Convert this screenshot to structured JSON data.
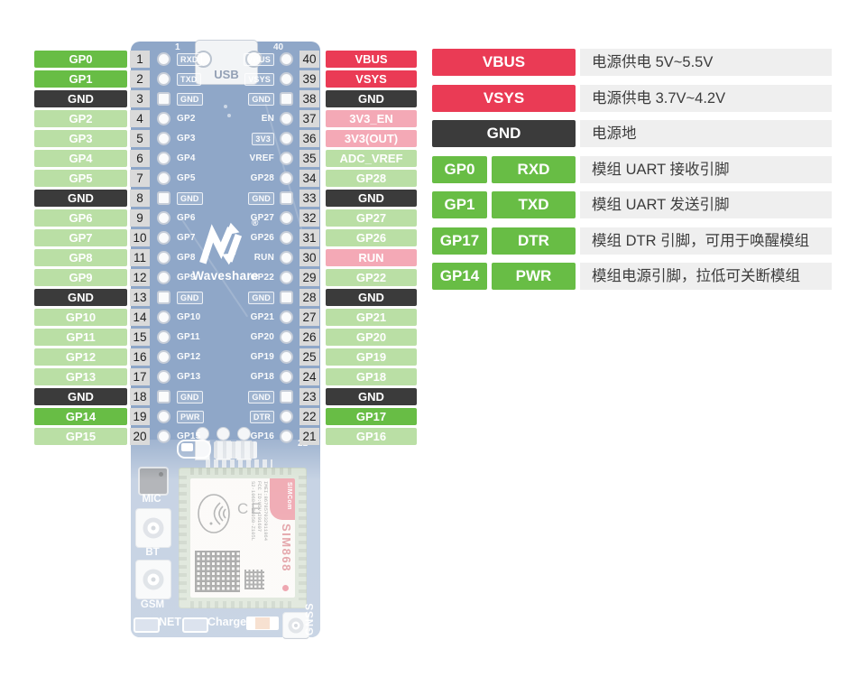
{
  "colors": {
    "power": "#ea3b55",
    "sys": "#f4a9b6",
    "io": "#badfa5",
    "strong": "#68bd45",
    "gnd": "#3b3b3b",
    "num_bg": "#dadada",
    "desc_bg": "#efefef",
    "board": "#8fa7c8"
  },
  "left_pins": [
    {
      "num": "1",
      "label": "GP0",
      "type": "strong",
      "silk": "RXD",
      "boxed": true
    },
    {
      "num": "2",
      "label": "GP1",
      "type": "strong",
      "silk": "TXD",
      "boxed": true
    },
    {
      "num": "3",
      "label": "GND",
      "type": "gnd",
      "silk": "GND",
      "boxed": true
    },
    {
      "num": "4",
      "label": "GP2",
      "type": "io",
      "silk": "GP2",
      "boxed": false
    },
    {
      "num": "5",
      "label": "GP3",
      "type": "io",
      "silk": "GP3",
      "boxed": false
    },
    {
      "num": "6",
      "label": "GP4",
      "type": "io",
      "silk": "GP4",
      "boxed": false
    },
    {
      "num": "7",
      "label": "GP5",
      "type": "io",
      "silk": "GP5",
      "boxed": false
    },
    {
      "num": "8",
      "label": "GND",
      "type": "gnd",
      "silk": "GND",
      "boxed": true
    },
    {
      "num": "9",
      "label": "GP6",
      "type": "io",
      "silk": "GP6",
      "boxed": false
    },
    {
      "num": "10",
      "label": "GP7",
      "type": "io",
      "silk": "GP7",
      "boxed": false
    },
    {
      "num": "11",
      "label": "GP8",
      "type": "io",
      "silk": "GP8",
      "boxed": false
    },
    {
      "num": "12",
      "label": "GP9",
      "type": "io",
      "silk": "GP9",
      "boxed": false
    },
    {
      "num": "13",
      "label": "GND",
      "type": "gnd",
      "silk": "GND",
      "boxed": true
    },
    {
      "num": "14",
      "label": "GP10",
      "type": "io",
      "silk": "GP10",
      "boxed": false
    },
    {
      "num": "15",
      "label": "GP11",
      "type": "io",
      "silk": "GP11",
      "boxed": false
    },
    {
      "num": "16",
      "label": "GP12",
      "type": "io",
      "silk": "GP12",
      "boxed": false
    },
    {
      "num": "17",
      "label": "GP13",
      "type": "io",
      "silk": "GP13",
      "boxed": false
    },
    {
      "num": "18",
      "label": "GND",
      "type": "gnd",
      "silk": "GND",
      "boxed": true
    },
    {
      "num": "19",
      "label": "GP14",
      "type": "strong",
      "silk": "PWR",
      "boxed": true
    },
    {
      "num": "20",
      "label": "GP15",
      "type": "io",
      "silk": "GP15",
      "boxed": false
    }
  ],
  "right_pins": [
    {
      "num": "40",
      "label": "VBUS",
      "type": "power",
      "silk": "VBUS",
      "boxed": true
    },
    {
      "num": "39",
      "label": "VSYS",
      "type": "power",
      "silk": "VSYS",
      "boxed": true
    },
    {
      "num": "38",
      "label": "GND",
      "type": "gnd",
      "silk": "GND",
      "boxed": true
    },
    {
      "num": "37",
      "label": "3V3_EN",
      "type": "sys",
      "silk": "EN",
      "boxed": false
    },
    {
      "num": "36",
      "label": "3V3(OUT)",
      "type": "sys",
      "silk": "3V3",
      "boxed": true
    },
    {
      "num": "35",
      "label": "ADC_VREF",
      "type": "io",
      "silk": "VREF",
      "boxed": false
    },
    {
      "num": "34",
      "label": "GP28",
      "type": "io",
      "silk": "GP28",
      "boxed": false
    },
    {
      "num": "33",
      "label": "GND",
      "type": "gnd",
      "silk": "GND",
      "boxed": true
    },
    {
      "num": "32",
      "label": "GP27",
      "type": "io",
      "silk": "GP27",
      "boxed": false
    },
    {
      "num": "31",
      "label": "GP26",
      "type": "io",
      "silk": "GP26",
      "boxed": false
    },
    {
      "num": "30",
      "label": "RUN",
      "type": "sys",
      "silk": "RUN",
      "boxed": false
    },
    {
      "num": "29",
      "label": "GP22",
      "type": "io",
      "silk": "GP22",
      "boxed": false
    },
    {
      "num": "28",
      "label": "GND",
      "type": "gnd",
      "silk": "GND",
      "boxed": true
    },
    {
      "num": "27",
      "label": "GP21",
      "type": "io",
      "silk": "GP21",
      "boxed": false
    },
    {
      "num": "26",
      "label": "GP20",
      "type": "io",
      "silk": "GP20",
      "boxed": false
    },
    {
      "num": "25",
      "label": "GP19",
      "type": "io",
      "silk": "GP19",
      "boxed": false
    },
    {
      "num": "24",
      "label": "GP18",
      "type": "io",
      "silk": "GP18",
      "boxed": false
    },
    {
      "num": "23",
      "label": "GND",
      "type": "gnd",
      "silk": "GND",
      "boxed": true
    },
    {
      "num": "22",
      "label": "GP17",
      "type": "strong",
      "silk": "DTR",
      "boxed": true
    },
    {
      "num": "21",
      "label": "GP16",
      "type": "io",
      "silk": "GP16",
      "boxed": false
    }
  ],
  "legend": [
    {
      "cells": [
        "VBUS"
      ],
      "type": "power",
      "desc": "电源供电 5V~5.5V"
    },
    {
      "cells": [
        "VSYS"
      ],
      "type": "power",
      "desc": "电源供电 3.7V~4.2V"
    },
    {
      "cells": [
        "GND"
      ],
      "type": "gnd",
      "desc": "电源地"
    },
    {
      "cells": [
        "GP0",
        "RXD"
      ],
      "type": "strong",
      "desc": "模组 UART 接收引脚"
    },
    {
      "cells": [
        "GP1",
        "TXD"
      ],
      "type": "strong",
      "desc": "模组 UART 发送引脚"
    },
    {
      "cells": [
        "GP17",
        "DTR"
      ],
      "type": "strong",
      "desc": "模组 DTR 引脚，可用于唤醒模组"
    },
    {
      "cells": [
        "GP14",
        "PWR"
      ],
      "type": "strong",
      "desc": "模组电源引脚，拉低可关断模组"
    }
  ],
  "board": {
    "usb": "USB",
    "brand": "Waveshare",
    "reg": "®",
    "marker_top_left": "1",
    "marker_top_right": "40",
    "marker_bottom": "21",
    "mic": "MIC",
    "bt": "BT",
    "gsm": "GSM",
    "gnss": "GNSS",
    "net": "NET",
    "charge": "Charge",
    "module": {
      "name": "SIM868",
      "brand": "SIMCom",
      "ce": "CE",
      "lines": [
        "IMEI:867857032911864",
        "FCC ID:UDV-201607",
        "S2-10684-Z1050-Z105L"
      ]
    }
  }
}
